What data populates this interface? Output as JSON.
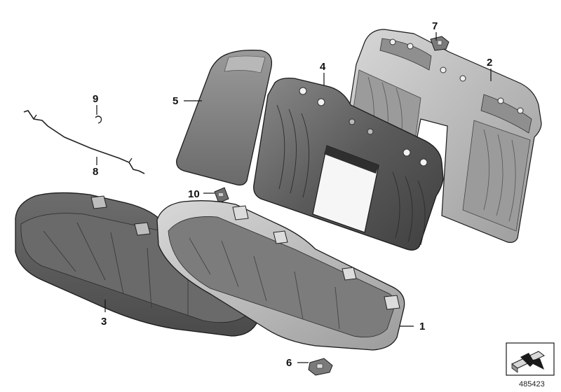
{
  "diagram": {
    "callouts": [
      {
        "id": "1",
        "label": "1"
      },
      {
        "id": "2",
        "label": "2"
      },
      {
        "id": "3",
        "label": "3"
      },
      {
        "id": "4",
        "label": "4"
      },
      {
        "id": "5",
        "label": "5"
      },
      {
        "id": "6",
        "label": "6"
      },
      {
        "id": "7",
        "label": "7"
      },
      {
        "id": "8",
        "label": "8"
      },
      {
        "id": "9",
        "label": "9"
      },
      {
        "id": "10",
        "label": "10"
      }
    ],
    "reference_number": "485423",
    "colors": {
      "upholstery_dark": "#555555",
      "upholstery_mid": "#7a7a7a",
      "upholstery_light": "#a9a9a9",
      "frame_light": "#c4c4c4",
      "outline": "#1a1a1a"
    }
  }
}
